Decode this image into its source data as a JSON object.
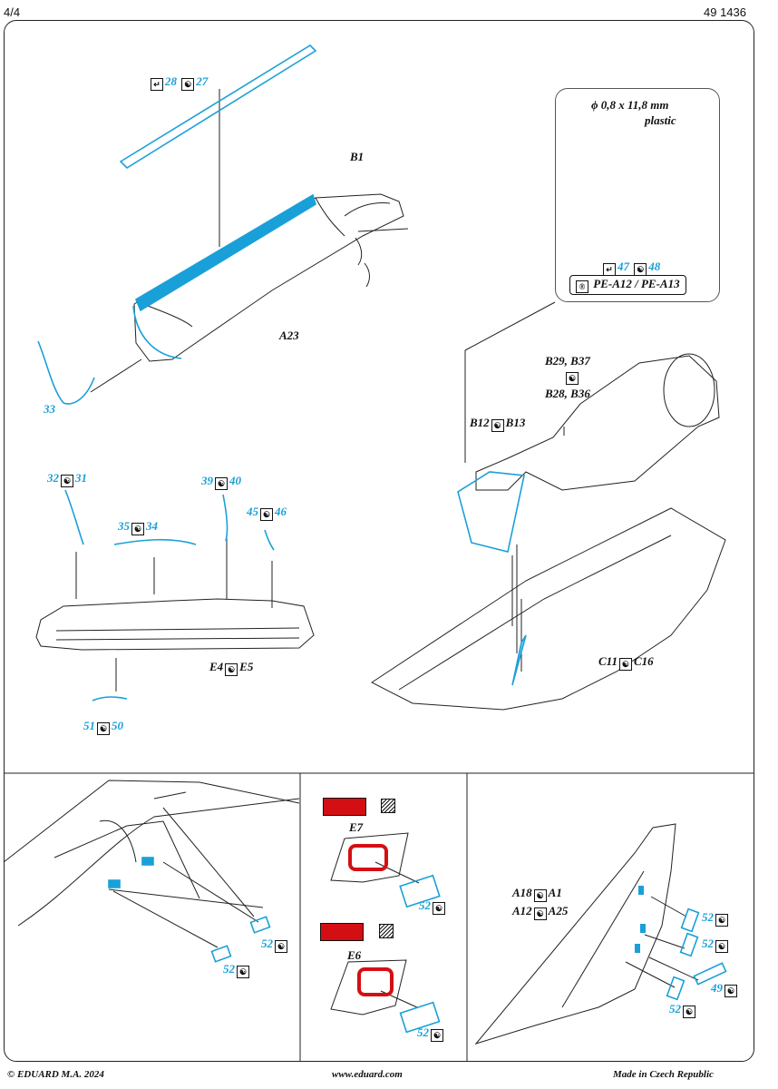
{
  "header": {
    "page": "4/4",
    "code": "49 1436"
  },
  "callout": {
    "spec_line1": "ϕ 0,8 x 11,8 mm",
    "spec_line2": "plastic",
    "parts_a": "47",
    "parts_b": "48",
    "pe_ref": "PE-A12 / PE-A13"
  },
  "labels": {
    "top_a": "28",
    "top_b": "27",
    "b1": "B1",
    "a23": "A23",
    "p33": "33",
    "b29_b37": "B29, B37",
    "b28_b36": "B28, B36",
    "b12": "B12",
    "b13": "B13",
    "p32": "32",
    "p31": "31",
    "p35": "35",
    "p34": "34",
    "p39": "39",
    "p40": "40",
    "p45": "45",
    "p46": "46",
    "e4": "E4",
    "e5": "E5",
    "p51": "51",
    "p50": "50",
    "c11": "C11",
    "c16": "C16",
    "left_52a": "52",
    "left_52b": "52",
    "e7": "E7",
    "e7_52": "52",
    "e6": "E6",
    "e6_52": "52",
    "a18": "A18",
    "a1": "A1",
    "a12": "A12",
    "a25": "A25",
    "right_52a": "52",
    "right_52b": "52",
    "right_49": "49",
    "right_52c": "52"
  },
  "colors": {
    "pe_blue": "#1aa0d8",
    "red_paint": "#d40f14"
  },
  "icons": {
    "bend": "bend-icon",
    "mirror": "yin-yang-icon",
    "ref": "reference-icon",
    "hatch": "paint-hatch-icon"
  },
  "footer": {
    "copyright": "© EDUARD  M.A. 2024",
    "website": "www.eduard.com",
    "made_in": "Made in Czech Republic"
  }
}
